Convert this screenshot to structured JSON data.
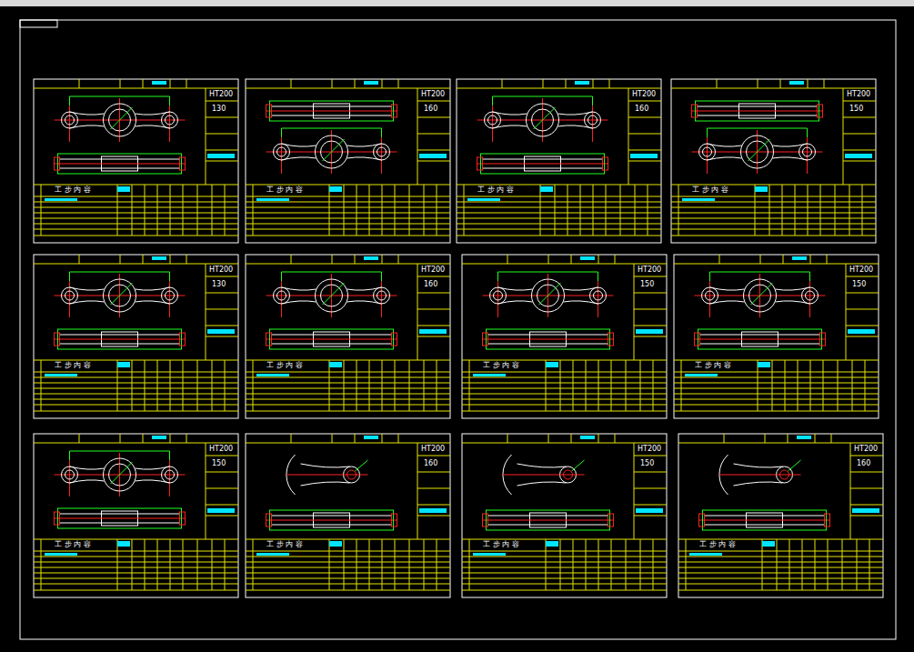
{
  "diagram": {
    "labels": [
      "HT200",
      "130",
      "工 步 内 容",
      "HT200",
      "160",
      "工 步 内 容",
      "HT200",
      "160",
      "工 步 内 容",
      "HT200",
      "150",
      "工 步 内 容",
      "HT200",
      "130",
      "工 步 内 容",
      "HT200",
      "160",
      "工 步 内 容",
      "HT200",
      "150",
      "工 步 内 容",
      "HT200",
      "150",
      "工 步 内 容",
      "HT200",
      "150",
      "工 步 内 容",
      "HT200",
      "160",
      "工 步 内 容",
      "HT200",
      "150",
      "工 步 内 容",
      "HT200",
      "160",
      "工 步 内 容"
    ]
  }
}
